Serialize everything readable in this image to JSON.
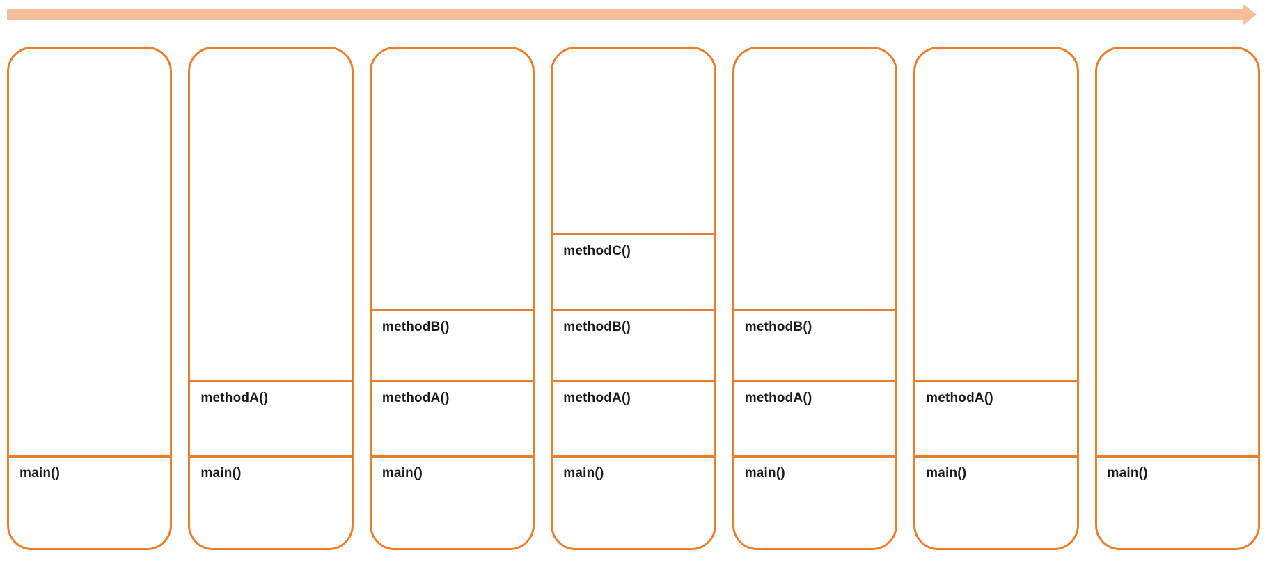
{
  "diagram": {
    "kind": "call-stack-timeline",
    "colors": {
      "arrow": "#F5BE98",
      "frame_border": "#E87E2E",
      "label_text": "#1A1A1A",
      "background": "#FFFFFF"
    },
    "arrow": {
      "direction": "right"
    },
    "columns": [
      {
        "frames": [
          "main()"
        ]
      },
      {
        "frames": [
          "methodA()",
          "main()"
        ]
      },
      {
        "frames": [
          "methodB()",
          "methodA()",
          "main()"
        ]
      },
      {
        "frames": [
          "methodC()",
          "methodB()",
          "methodA()",
          "main()"
        ]
      },
      {
        "frames": [
          "methodB()",
          "methodA()",
          "main()"
        ]
      },
      {
        "frames": [
          "methodA()",
          "main()"
        ]
      },
      {
        "frames": [
          "main()"
        ]
      }
    ]
  }
}
